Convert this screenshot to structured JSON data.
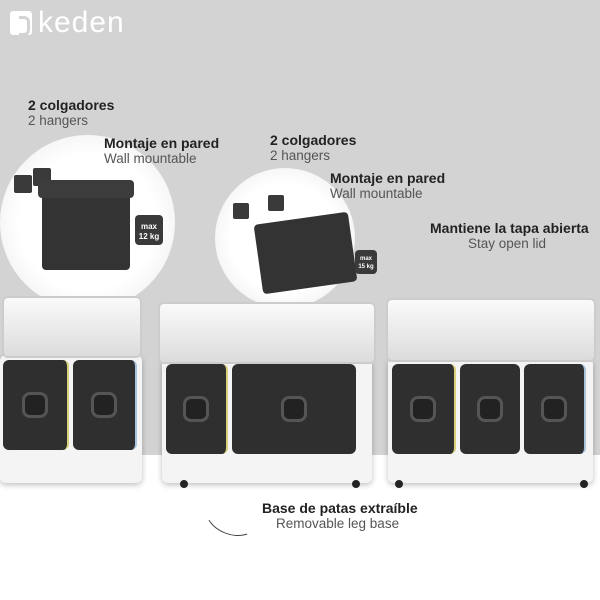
{
  "brand": {
    "name": "keden"
  },
  "callouts": {
    "hangers1": {
      "es": "2 colgadores",
      "en": "2 hangers"
    },
    "wall1": {
      "es": "Montaje en pared",
      "en": "Wall mountable"
    },
    "weight1": {
      "top": "max",
      "value": "12 kg"
    },
    "hangers2": {
      "es": "2 colgadores",
      "en": "2 hangers"
    },
    "wall2": {
      "es": "Montaje en pared",
      "en": "Wall mountable"
    },
    "weight2": {
      "top": "max",
      "value": "15 kg"
    },
    "lid": {
      "es": "Mantiene la tapa abierta",
      "en": "Stay open lid"
    },
    "base": {
      "es": "Base de patas extraíble",
      "en": "Removable leg base"
    }
  },
  "colors": {
    "background": "#d3d3d4",
    "accent_yellow": "#d9d17a",
    "accent_blue": "#a9c3dc"
  }
}
